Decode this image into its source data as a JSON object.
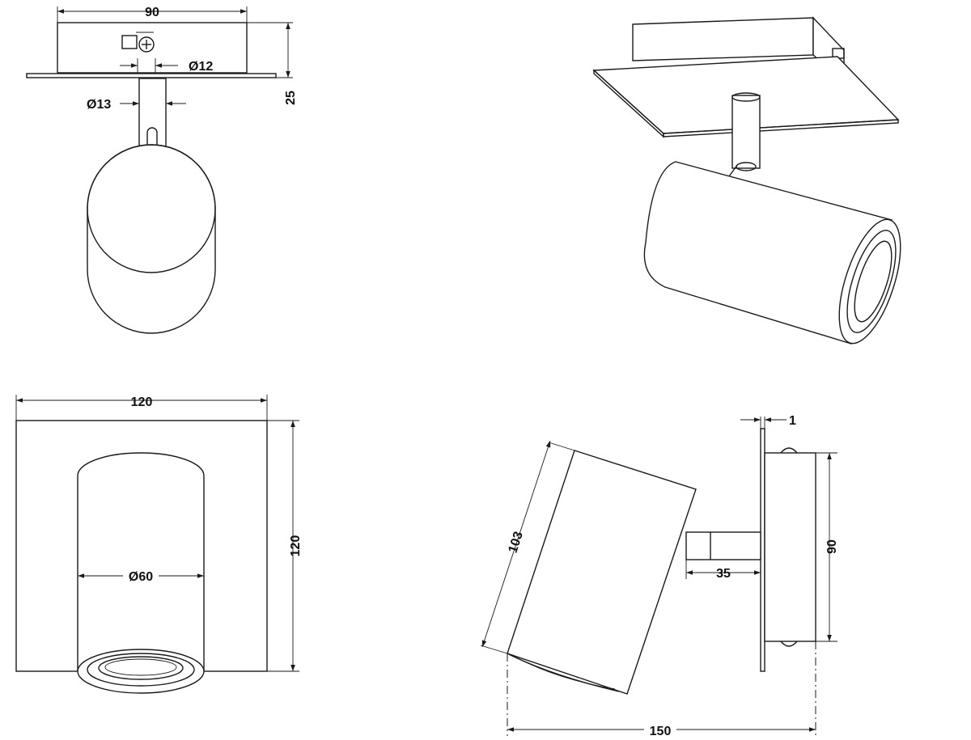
{
  "dimensions": {
    "top_width": "90",
    "top_height": "25",
    "screw_dia": "Ø12",
    "stem_dia": "Ø13",
    "plate_width": "120",
    "plate_height": "120",
    "spot_dia": "Ø60",
    "plate_thickness": "1",
    "side_height": "90",
    "arm_length": "35",
    "head_length": "103",
    "total_depth": "150"
  },
  "colors": {
    "line": "#1a1a1a",
    "background": "#ffffff"
  }
}
